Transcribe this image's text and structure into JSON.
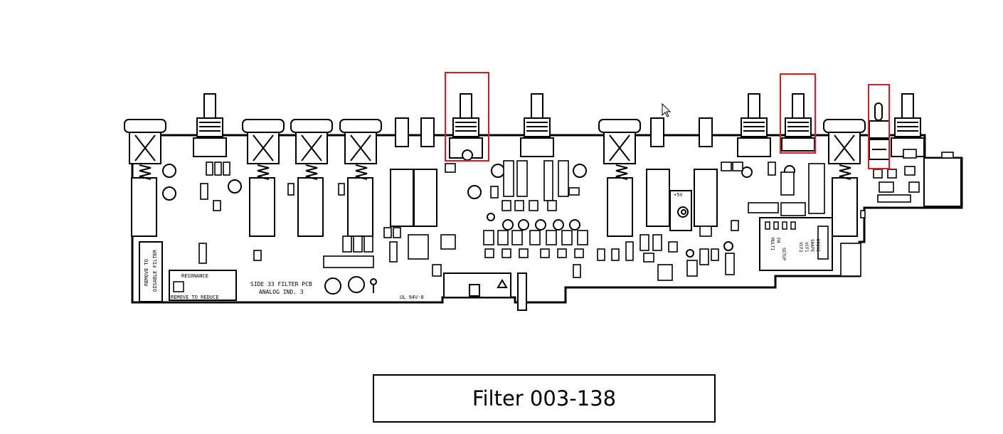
{
  "caption": "Filter 003-138",
  "board_text": {
    "title_line1": "SIDE 33 FILTER PCB",
    "title_line2": "ANALOG IND. 3",
    "resonance_label": "RESONANCE",
    "resonance_note": "REMOVE TO REDUCE",
    "left_note_1": "REMOVE TO",
    "left_note_2": "DISABLE FILTER",
    "part_label": "UL 94V-0",
    "reg_label": "+5V",
    "switch_label_1": "DRIVE",
    "switch_label_2": "SHAPE",
    "switch_label_3": "VCF1",
    "switch_label_4": "VCF2",
    "switch_label_5": "FM",
    "switch_label_6": "MULTI",
    "setup_label": "SETUP"
  },
  "colors": {
    "outline": "#000000",
    "highlight": "#e0191b",
    "background": "#ffffff"
  }
}
